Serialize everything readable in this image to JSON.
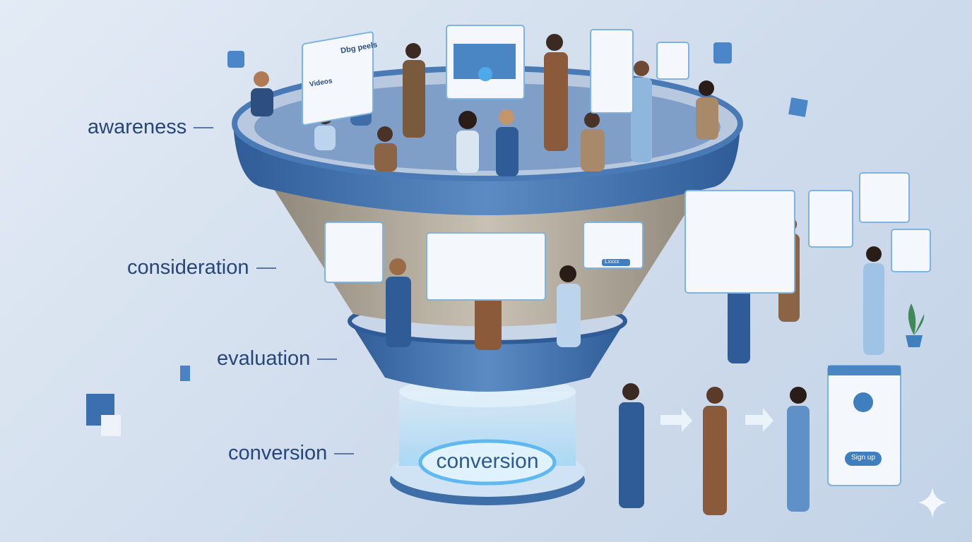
{
  "stages": [
    {
      "label": "awareness"
    },
    {
      "label": "consideration"
    },
    {
      "label": "evaluation"
    },
    {
      "label": "conversion"
    }
  ],
  "platform_label": "conversion",
  "screens": {
    "blog_title": "Dbg peels",
    "blog_section": "Videos",
    "cta_button": "Lxxxx",
    "signup_button": "Sign up"
  },
  "colors": {
    "funnel_blue": "#3d6ea8",
    "funnel_inner": "#a9a296",
    "label_text": "#27467a",
    "glow": "#8fd0f5"
  }
}
